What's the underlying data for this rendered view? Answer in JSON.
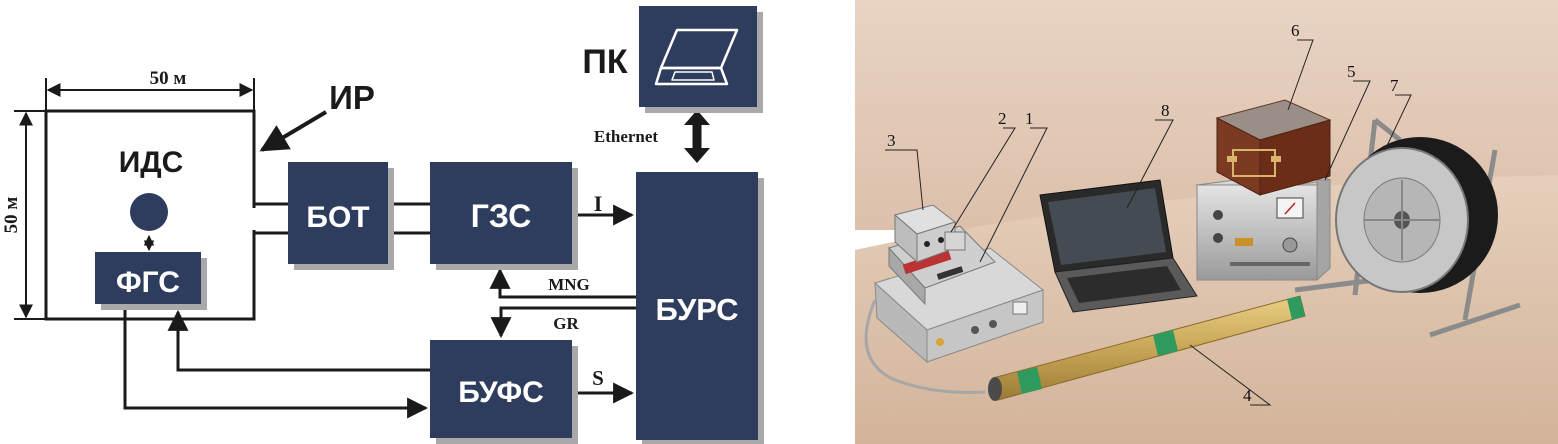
{
  "scheme": {
    "dim_top": "50 м",
    "dim_left": "50 м",
    "ir": "ИР",
    "ids": "ИДС",
    "fgs": "ФГС",
    "bot": "БОТ",
    "gzs": "ГЗС",
    "burs": "БУРС",
    "bufs": "БУФС",
    "pk": "ПК",
    "ethernet": "Ethernet",
    "i": "I",
    "mng": "MNG",
    "gr": "GR",
    "s": "S"
  },
  "photo": {
    "callouts": [
      "1",
      "2",
      "3",
      "4",
      "5",
      "6",
      "7",
      "8"
    ]
  },
  "colors": {
    "block": "#2e3d5e",
    "block_shadow": "#a9a9a9",
    "line": "#1a1a1a",
    "wall": "#e3c9b6",
    "table": "#dcc1a9"
  }
}
